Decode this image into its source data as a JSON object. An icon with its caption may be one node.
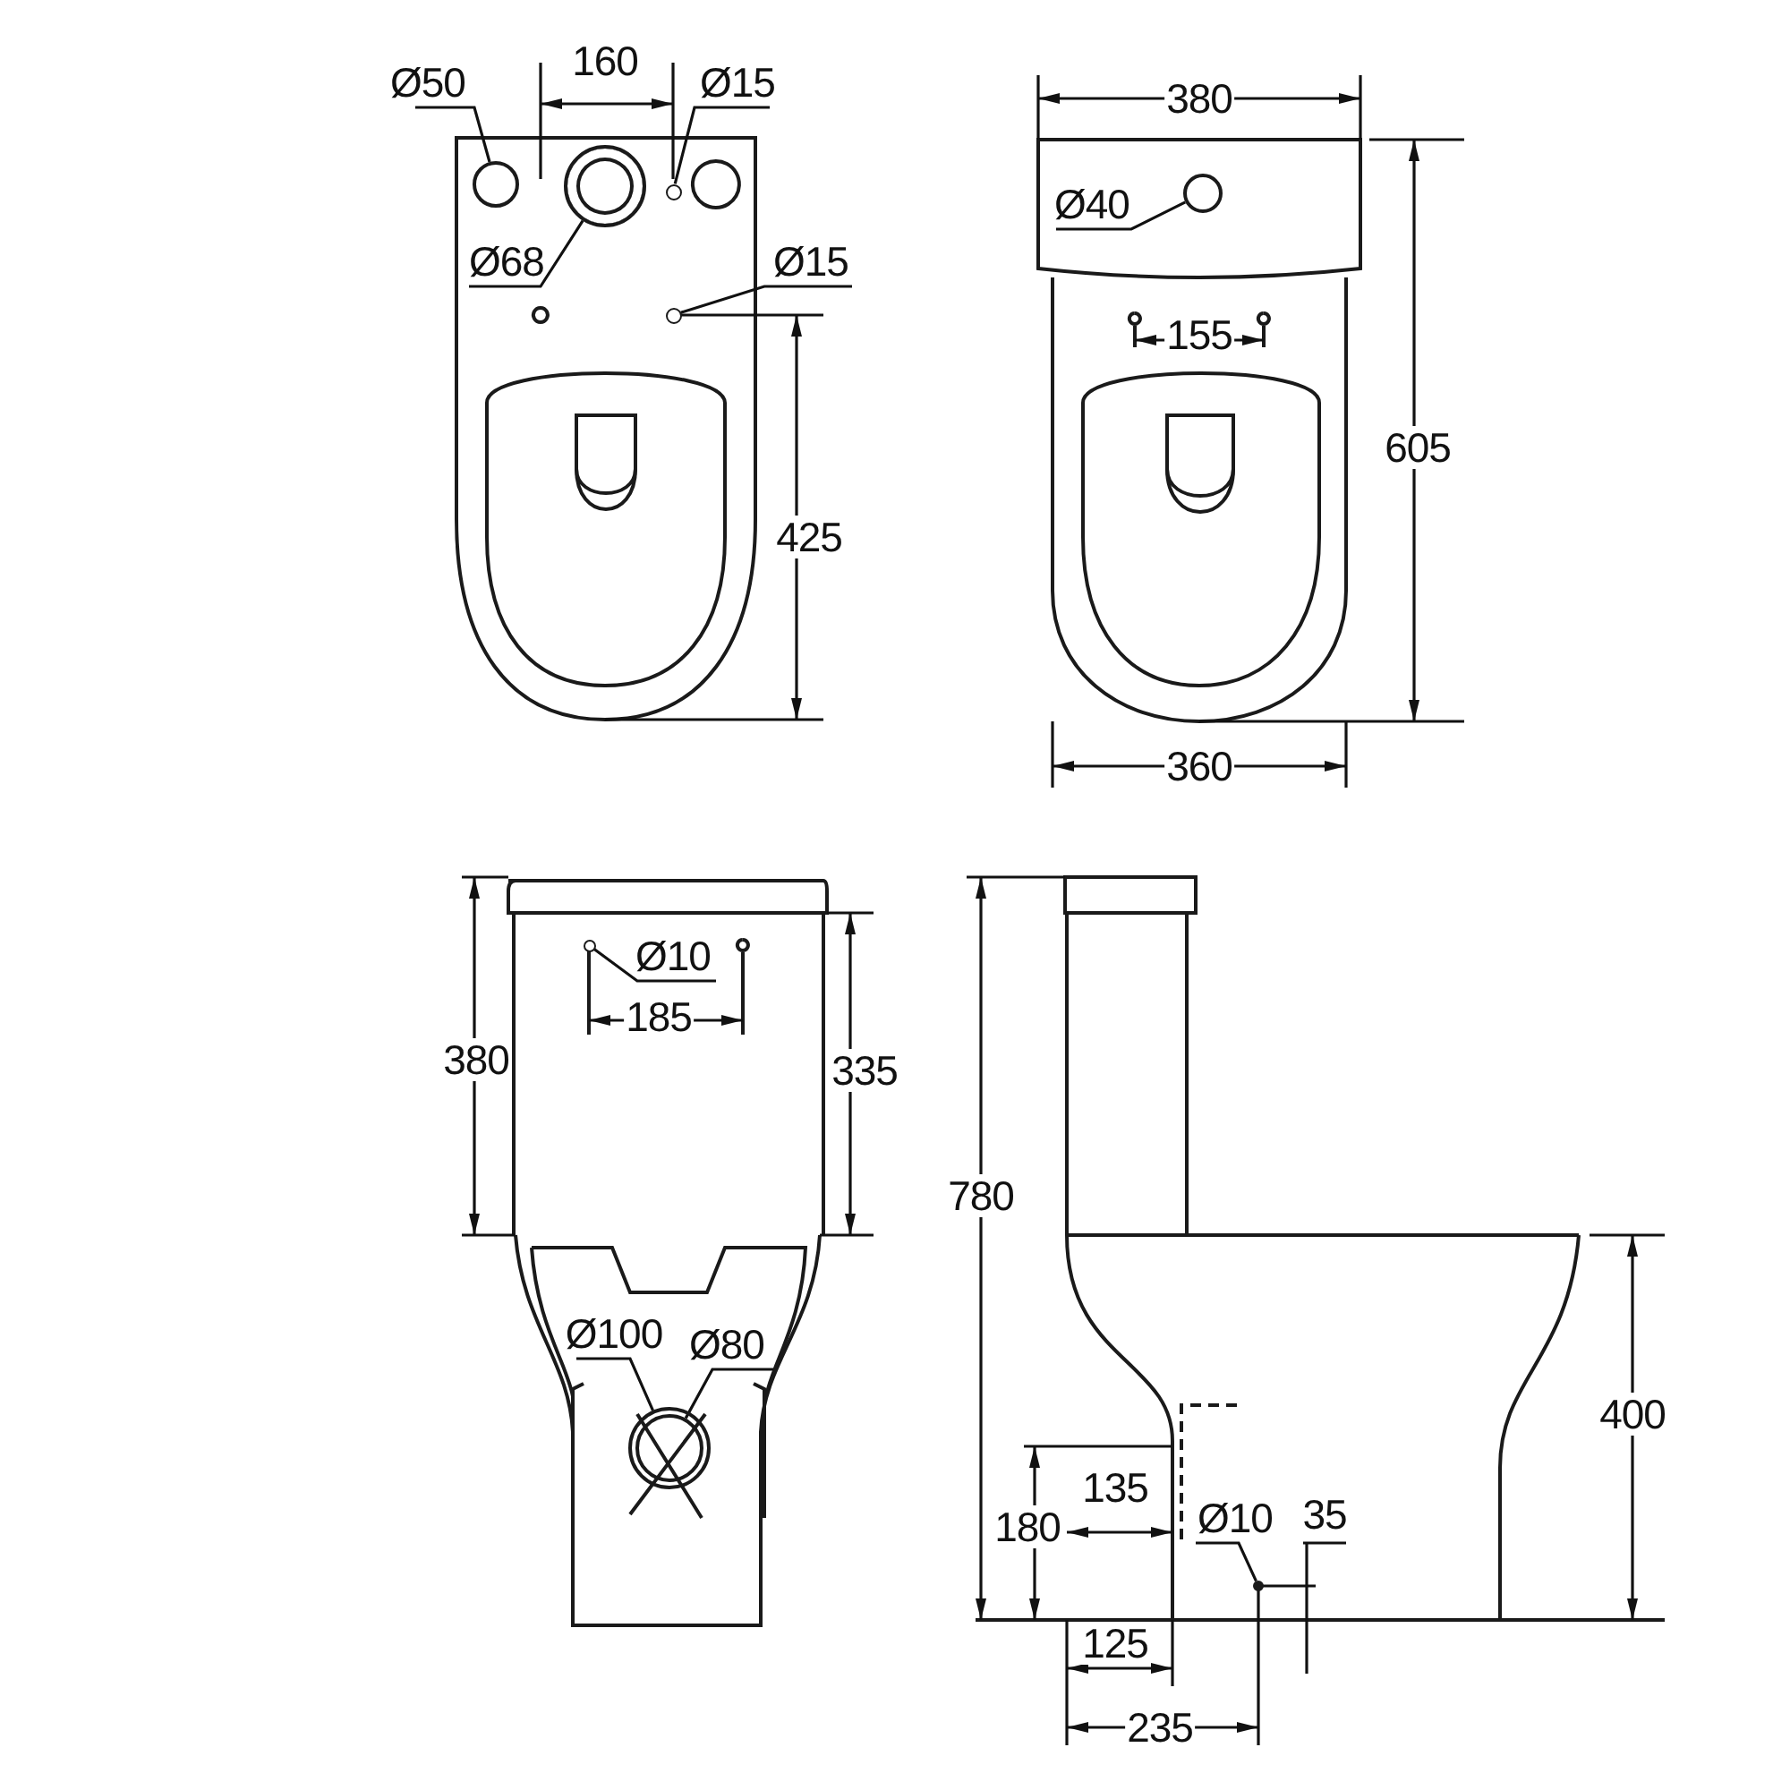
{
  "diagram": {
    "nodes": [
      {
        "text": [
          "Ø50"
        ]
      },
      {
        "text": [
          "Ø15"
        ]
      },
      {
        "text": [
          "Ø68"
        ]
      },
      {
        "text": [
          "Ø15"
        ]
      },
      {
        "text": [
          "Ø40"
        ]
      },
      {
        "text": [
          "Ø10"
        ]
      },
      {
        "text": [
          "Ø100"
        ]
      },
      {
        "text": [
          "Ø80"
        ]
      },
      {
        "text": [
          "Ø10"
        ]
      },
      {
        "text": [],
        "shape": "circle"
      },
      {
        "text": [],
        "shape": "circle"
      },
      {
        "text": [],
        "shape": "circle"
      },
      {
        "text": [],
        "shape": "circle"
      },
      {
        "text": [],
        "shape": "circle"
      },
      {
        "text": [],
        "shape": "circle"
      },
      {
        "text": [],
        "shape": "circle"
      },
      {
        "text": [],
        "shape": "circle",
        "in": 15
      },
      {
        "text": [],
        "shape": "circle"
      }
    ],
    "edges": [
      {
        "from": 0,
        "to": 9,
        "arrow": "none"
      },
      {
        "from": 1,
        "to": 11,
        "arrow": "none"
      },
      {
        "from": 2,
        "to": 10,
        "arrow": "none"
      },
      {
        "from": 3,
        "to": 12,
        "arrow": "none"
      },
      {
        "from": 4,
        "to": 13,
        "arrow": "none"
      },
      {
        "from": 5,
        "to": 14,
        "arrow": "none"
      },
      {
        "from": 6,
        "to": 15,
        "arrow": "none"
      },
      {
        "from": 7,
        "to": 16,
        "arrow": "none"
      },
      {
        "from": 8,
        "to": 17,
        "arrow": "none"
      }
    ],
    "labels": [
      "160",
      "425",
      "380",
      "155",
      "605",
      "360",
      "380",
      "185",
      "335",
      "780",
      "400",
      "135",
      "180",
      "35",
      "125",
      "235"
    ]
  }
}
